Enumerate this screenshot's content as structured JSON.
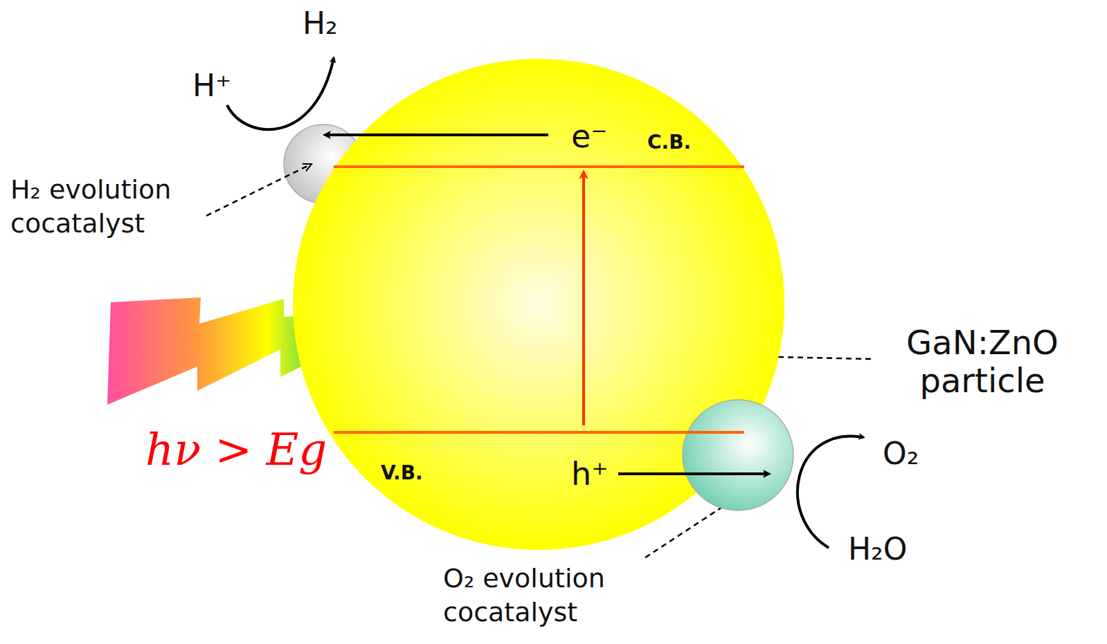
{
  "diagram": {
    "nodes": [
      {
        "text": [
          "e⁻",
          "C.B.",
          "V.B.",
          "h⁺"
        ]
      }
    ],
    "labels": [
      "H₂",
      "H⁺",
      "H₂ evolution cocatalyst",
      "GaN:ZnO particle",
      "hν > Eg",
      "O₂",
      "H₂O",
      "O₂ evolution cocatalyst"
    ]
  }
}
